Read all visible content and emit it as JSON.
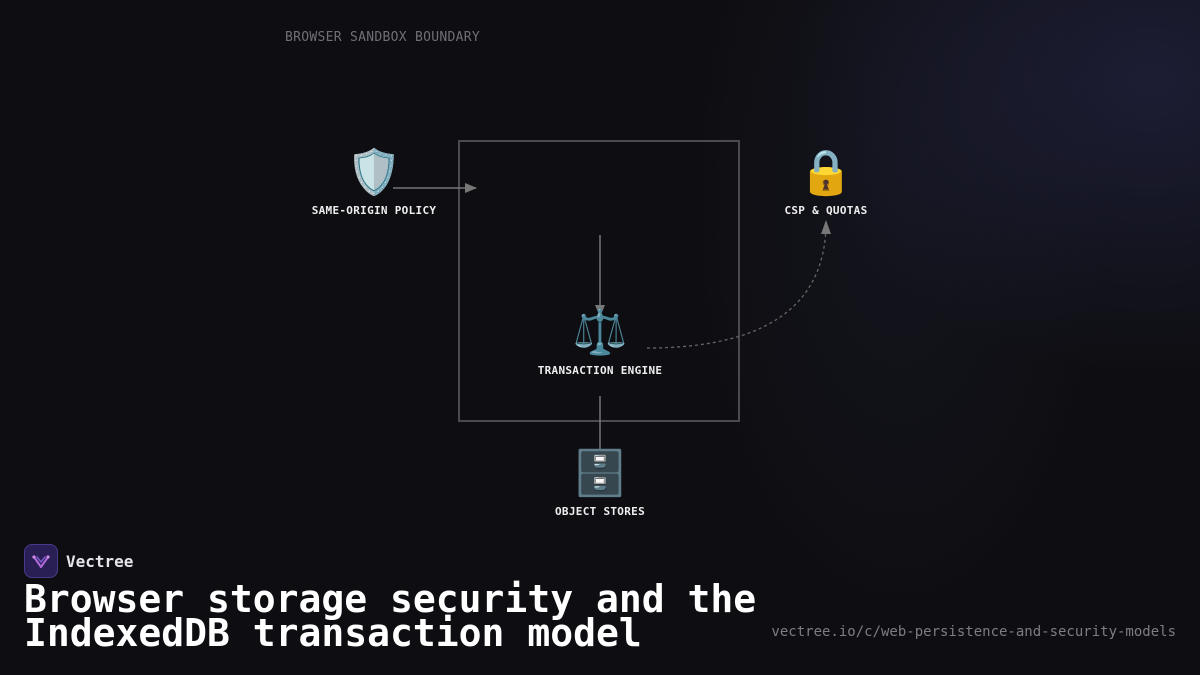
{
  "diagram": {
    "boundary_label": "BROWSER SANDBOX BOUNDARY",
    "nodes": {
      "same_origin": {
        "icon": "🛡️",
        "icon_name": "shield-icon",
        "label": "SAME-ORIGIN POLICY"
      },
      "csp": {
        "icon": "🔒",
        "icon_name": "lock-icon",
        "label": "CSP & QUOTAS"
      },
      "transaction": {
        "icon": "⚖️",
        "icon_name": "scales-icon",
        "label": "TRANSACTION ENGINE"
      },
      "stores": {
        "icon": "🗄️",
        "icon_name": "file-cabinet-icon",
        "label": "OBJECT STORES"
      }
    }
  },
  "footer": {
    "brand": "Vectree",
    "title": "Browser storage security and the IndexedDB transaction model",
    "url": "vectree.io/c/web-persistence-and-security-models"
  },
  "colors": {
    "background": "#0e0e12",
    "line": "#777777",
    "logo_bg": "#2a1f55",
    "logo_accent": "#b06ad8"
  }
}
